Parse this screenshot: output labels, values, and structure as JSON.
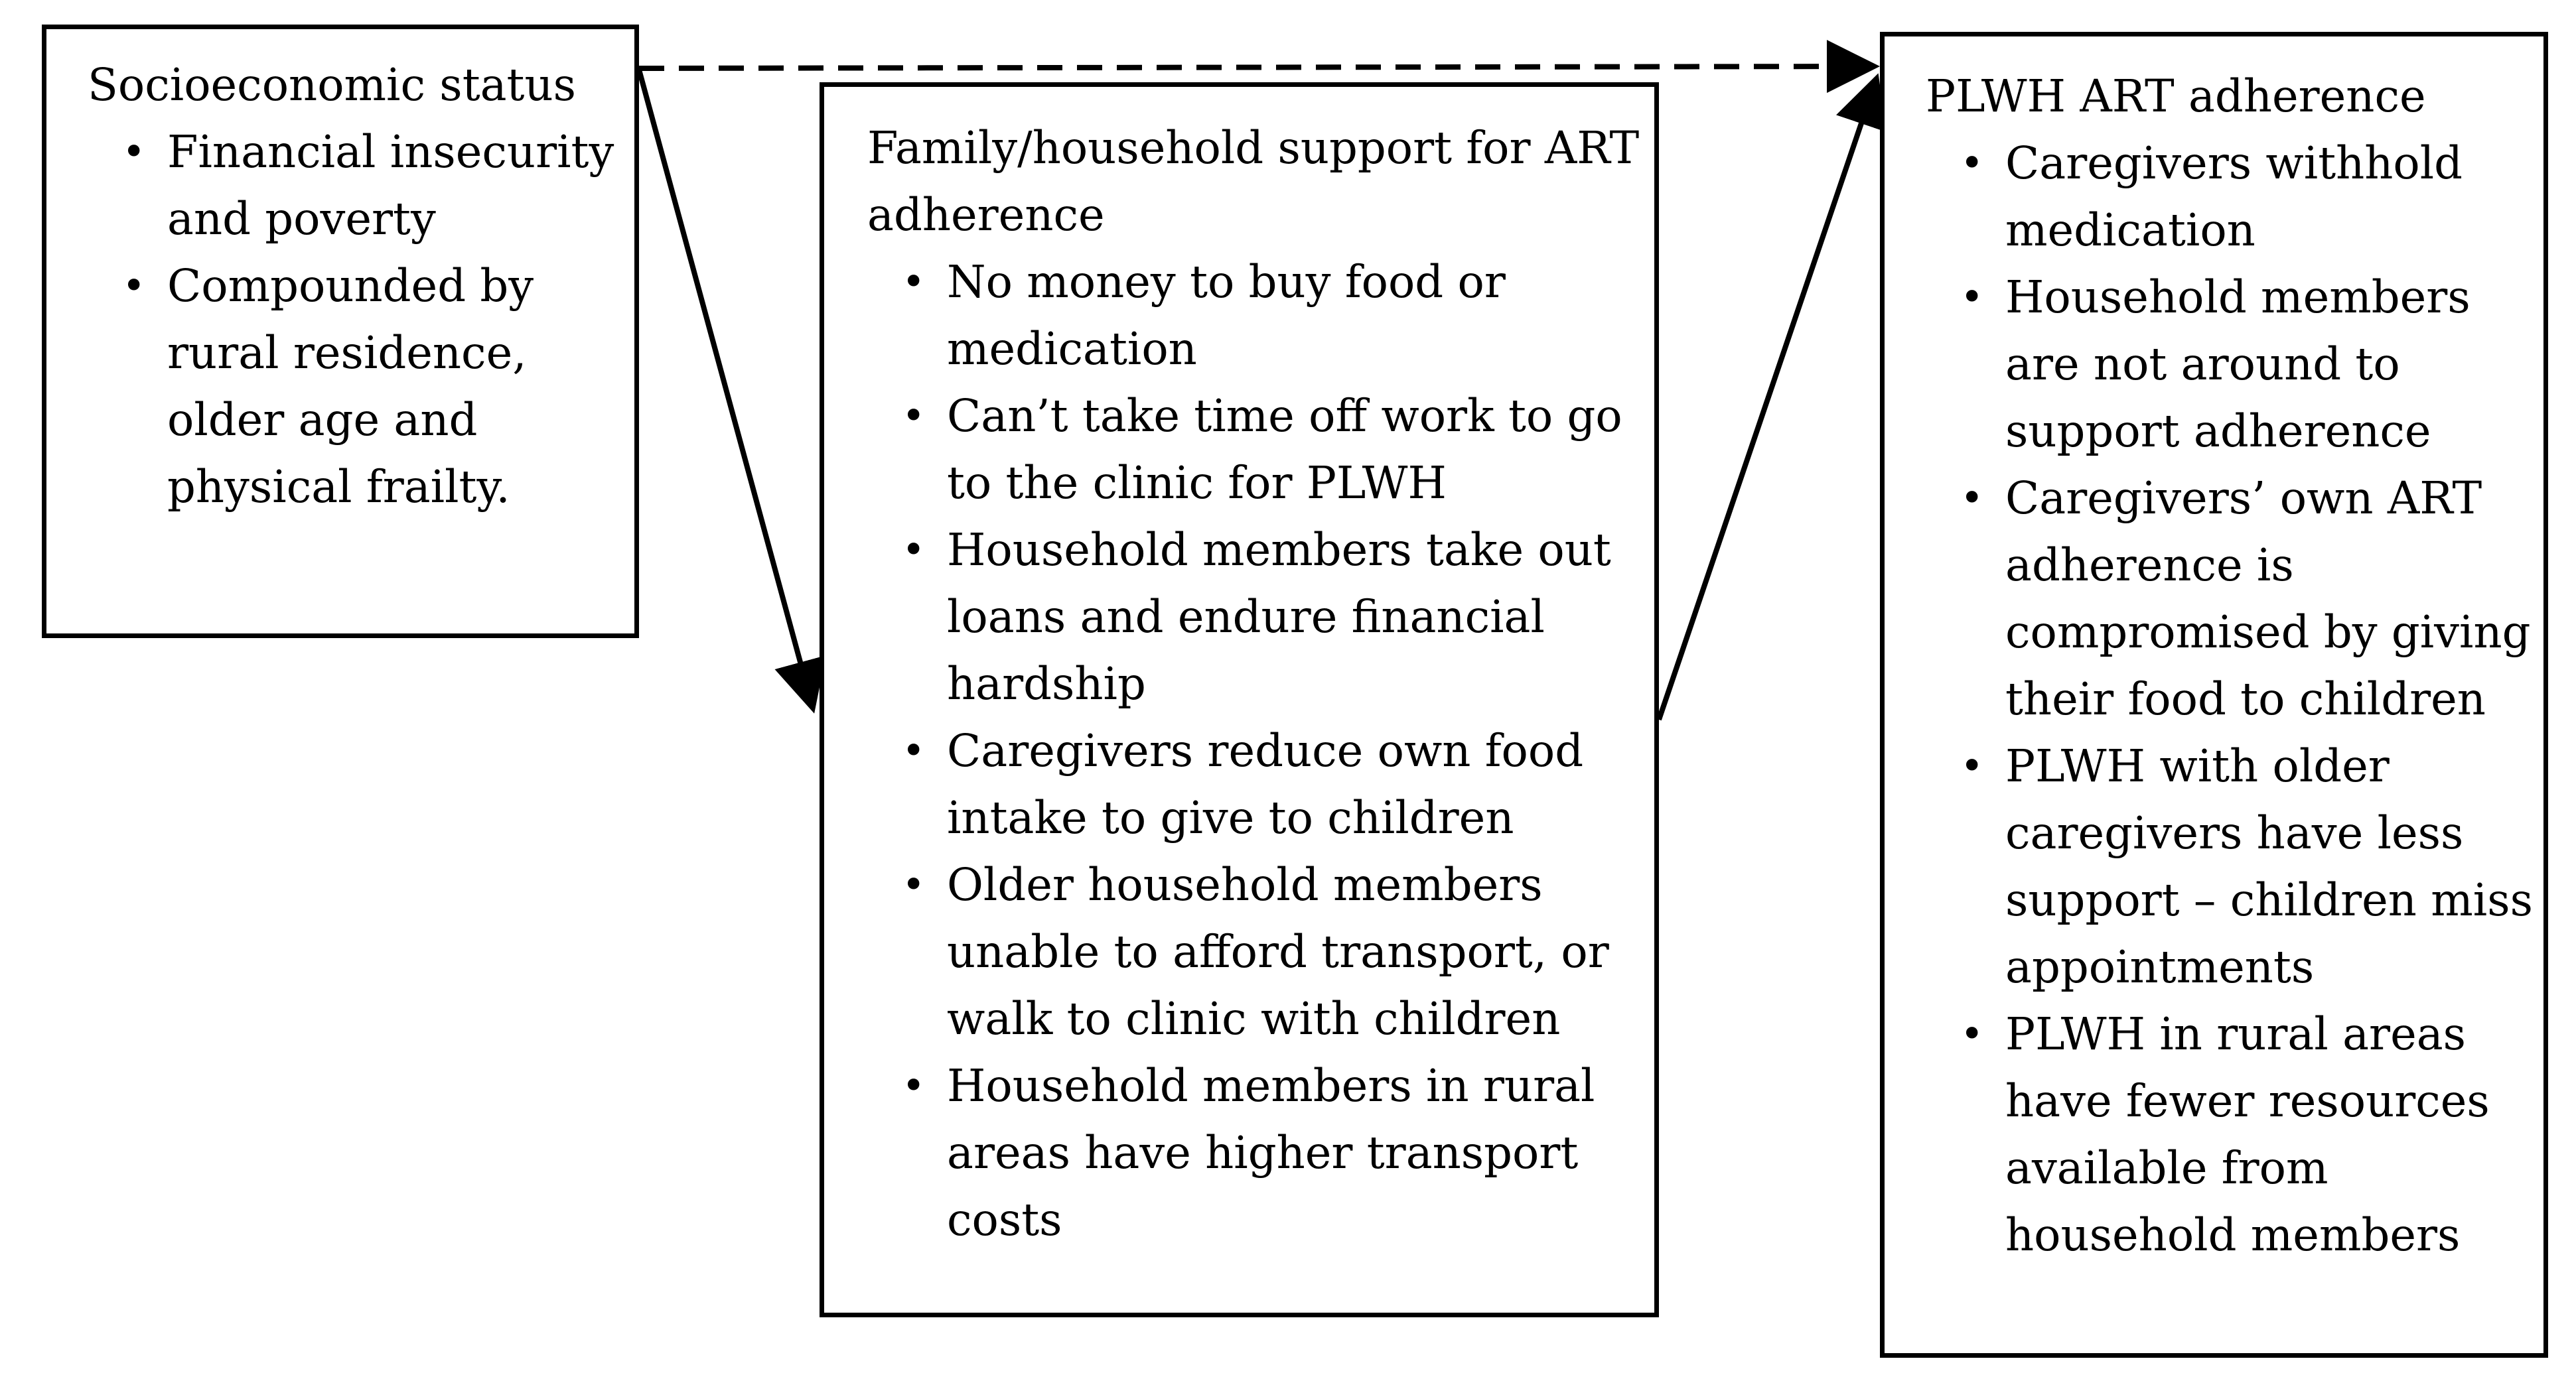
{
  "boxes": {
    "ses": {
      "title": "Socioeconomic status",
      "items": [
        "Financial insecurity and poverty",
        "Compounded by rural residence, older age and physical frailty."
      ]
    },
    "family": {
      "title": "Family/household support for ART adherence",
      "items": [
        "No money to buy food or medication",
        "Can’t take time off work to go to the clinic for PLWH",
        "Household members take out loans and endure financial hardship",
        "Caregivers reduce own food intake to give to children",
        "Older household members unable to afford transport, or walk to clinic with children",
        "Household members in rural areas have higher transport costs"
      ]
    },
    "plwh": {
      "title": "PLWH ART adherence",
      "items": [
        "Caregivers withhold medication",
        "Household members are not around to support adherence",
        "Caregivers’ own ART adherence is compromised by giving their food to children",
        "PLWH with older caregivers have less support – children miss appointments",
        "PLWH in rural areas have fewer resources available from household members"
      ]
    }
  },
  "bullet_glyph": "•",
  "colors": {
    "stroke": "#000000",
    "background": "#ffffff"
  }
}
